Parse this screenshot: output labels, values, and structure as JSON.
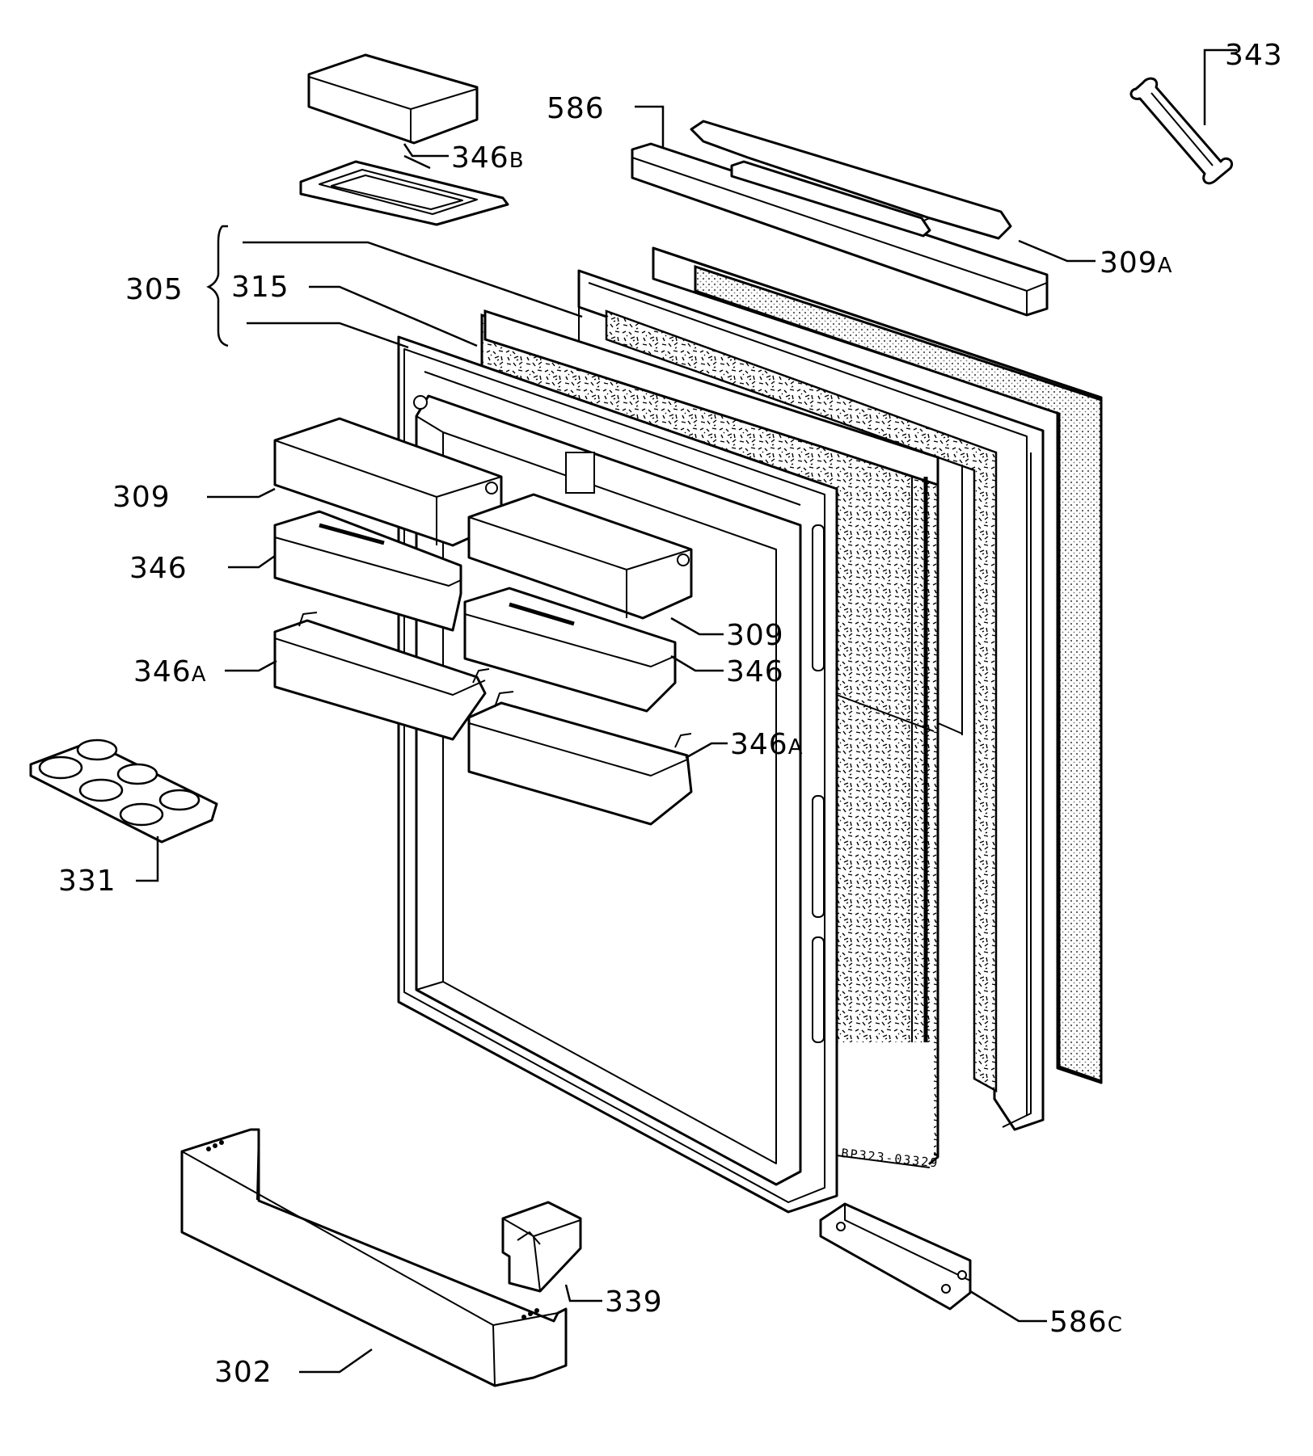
{
  "code": "BP323-03329",
  "callouts": [
    {
      "id": "343",
      "num": "343",
      "suf": ""
    },
    {
      "id": "586",
      "num": "586",
      "suf": ""
    },
    {
      "id": "346b",
      "num": "346",
      "suf": "B"
    },
    {
      "id": "309a",
      "num": "309",
      "suf": "A"
    },
    {
      "id": "305",
      "num": "305",
      "suf": ""
    },
    {
      "id": "315",
      "num": "315",
      "suf": ""
    },
    {
      "id": "309-left",
      "num": "309",
      "suf": ""
    },
    {
      "id": "346-left",
      "num": "346",
      "suf": ""
    },
    {
      "id": "309-right",
      "num": "309",
      "suf": ""
    },
    {
      "id": "346-right",
      "num": "346",
      "suf": ""
    },
    {
      "id": "346a-left",
      "num": "346",
      "suf": "A"
    },
    {
      "id": "346a-right",
      "num": "346",
      "suf": "A"
    },
    {
      "id": "331",
      "num": "331",
      "suf": ""
    },
    {
      "id": "339",
      "num": "339",
      "suf": ""
    },
    {
      "id": "302",
      "num": "302",
      "suf": ""
    },
    {
      "id": "586c",
      "num": "586",
      "suf": "C"
    }
  ]
}
